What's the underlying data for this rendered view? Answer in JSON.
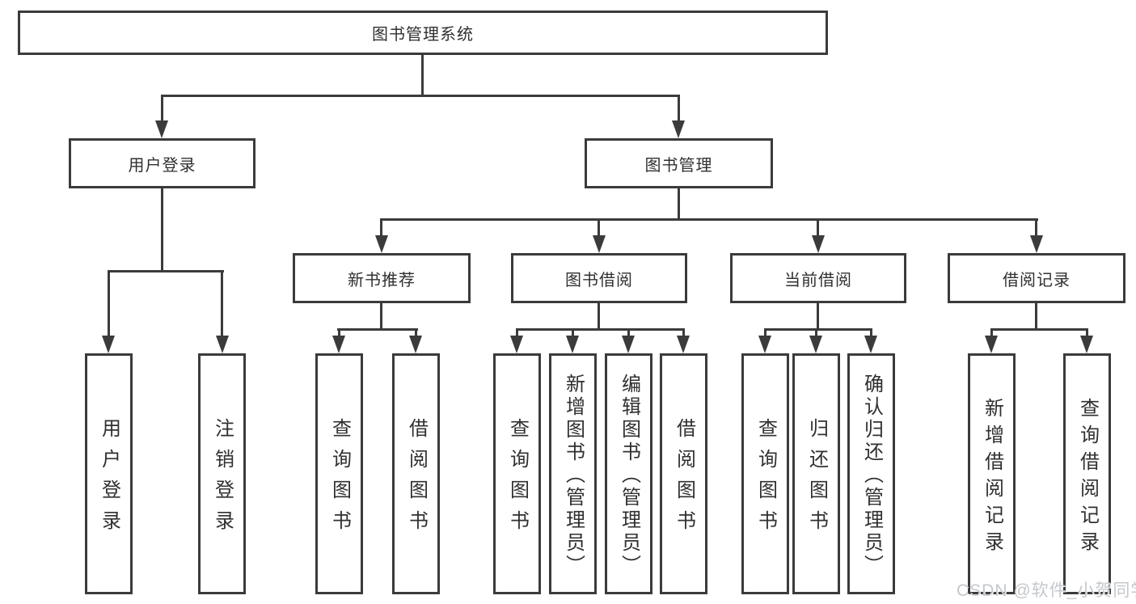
{
  "title": "图书管理系统",
  "branches": {
    "user_login": "用户登录",
    "book_management": "图书管理"
  },
  "modules": {
    "new_book_recommend": "新书推荐",
    "book_borrowing": "图书借阅",
    "current_borrowing": "当前借阅",
    "borrowing_records": "借阅记录"
  },
  "leaves": {
    "user_login": "用户登录",
    "logout": "注销登录",
    "nb_query_books": "查询图书",
    "nb_borrow_books": "借阅图书",
    "bb_query_books": "查询图书",
    "bb_add_books": "新增图书（管理员）",
    "bb_edit_books": "编辑图书（管理员）",
    "bb_borrow_books": "借阅图书",
    "cb_query_books": "查询图书",
    "cb_return_books": "归还图书",
    "cb_confirm_return": "确认归还（管理员）",
    "br_add_record": "新增借阅记录",
    "br_query_record": "查询借阅记录"
  },
  "watermark": "CSDN @软件_小贺同学",
  "colors": {
    "line": "#3b3b3b",
    "text": "#303030",
    "background": "#ffffff",
    "watermark": "#c4c8cc"
  }
}
